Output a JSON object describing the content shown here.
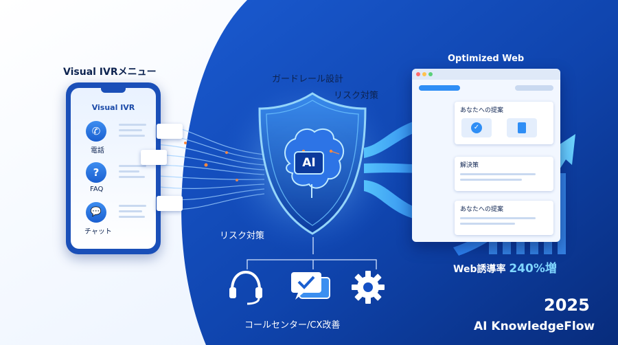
{
  "labels": {
    "visual_ivr_menu": "Visual IVRメニュー",
    "phone_title": "Visual IVR",
    "menu_phone": "電話",
    "menu_faq": "FAQ",
    "menu_chat": "チャット",
    "guardrail": "ガードレール設計",
    "risk_top": "リスク対策",
    "risk_bottom": "リスク対策",
    "ai_badge": "AI",
    "optimized_web": "Optimized Web",
    "card1": "あなたへの提案",
    "card2": "解決策",
    "card3": "あなたへの提案",
    "web_uplift": "Web誘導率",
    "web_uplift_value": "240%増",
    "bottom_caption": "コールセンター/CX改善",
    "year": "2025",
    "brand": "AI KnowledgeFlow"
  },
  "icons": {
    "phone": "phone-icon",
    "faq": "question-icon",
    "chat": "chat-icon",
    "headset": "headset-icon",
    "check_message": "check-message-icon",
    "gear": "gear-icon",
    "brain": "brain-icon",
    "shield": "shield-icon"
  },
  "colors": {
    "navy_dark": "#0b2d7a",
    "navy": "#1450c4",
    "accent_blue": "#2f8ef5",
    "cyan": "#5fd0ff",
    "orange_spark": "#ff8a3d",
    "text_dark": "#0d2350"
  }
}
